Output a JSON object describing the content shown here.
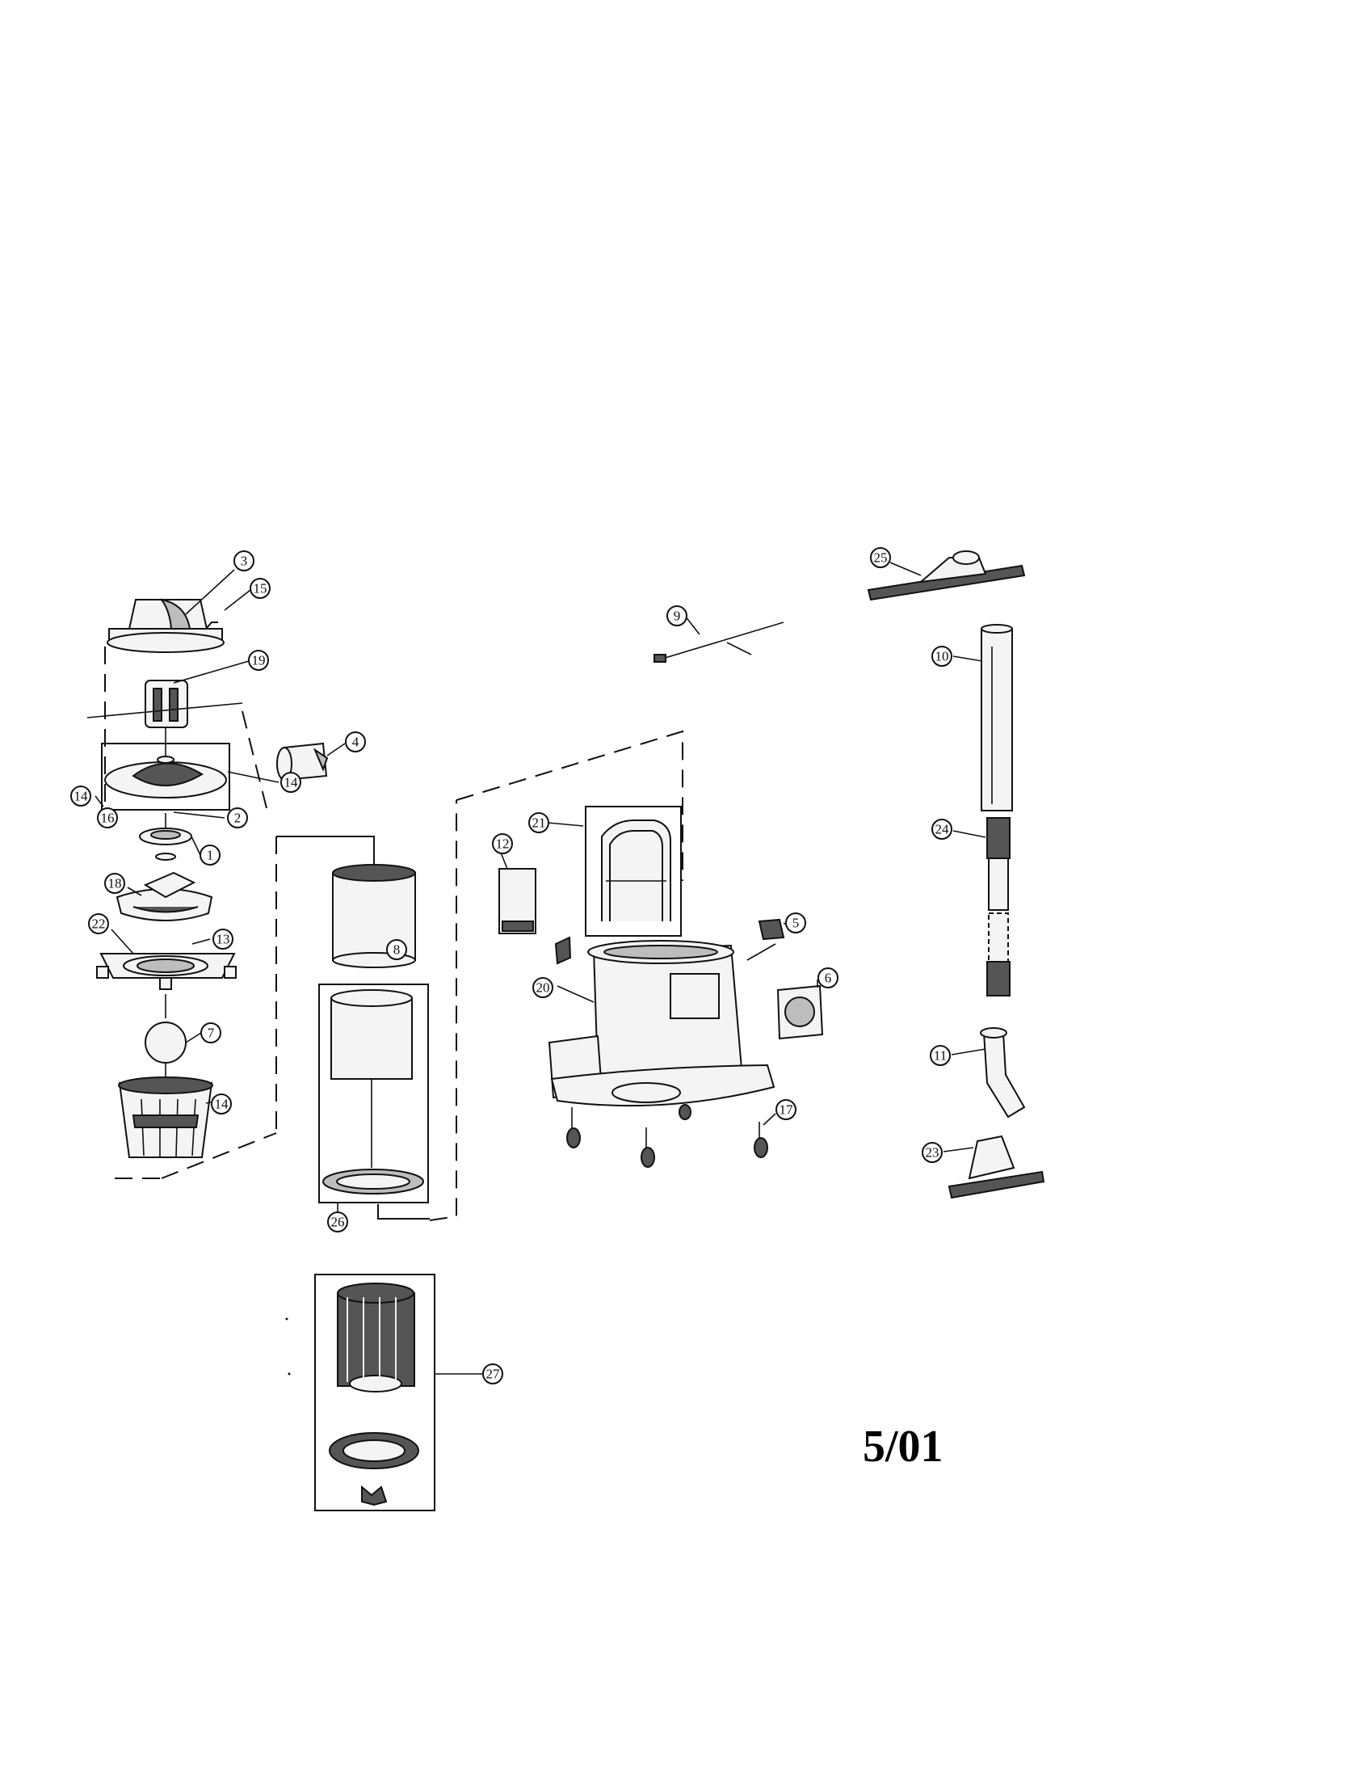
{
  "callouts": [
    {
      "label": "3"
    },
    {
      "label": "15"
    },
    {
      "label": "19"
    },
    {
      "label": "4"
    },
    {
      "label": "14"
    },
    {
      "label": "14"
    },
    {
      "label": "2"
    },
    {
      "label": "16"
    },
    {
      "label": "1"
    },
    {
      "label": "18"
    },
    {
      "label": "22"
    },
    {
      "label": "13"
    },
    {
      "label": "7"
    },
    {
      "label": "14"
    },
    {
      "label": "8"
    },
    {
      "label": "26"
    },
    {
      "label": "27"
    },
    {
      "label": "9"
    },
    {
      "label": "21"
    },
    {
      "label": "12"
    },
    {
      "label": "5"
    },
    {
      "label": "6"
    },
    {
      "label": "20"
    },
    {
      "label": "17"
    },
    {
      "label": "25"
    },
    {
      "label": "10"
    },
    {
      "label": "24"
    },
    {
      "label": "11"
    },
    {
      "label": "23"
    }
  ],
  "revision_date": "5/01"
}
